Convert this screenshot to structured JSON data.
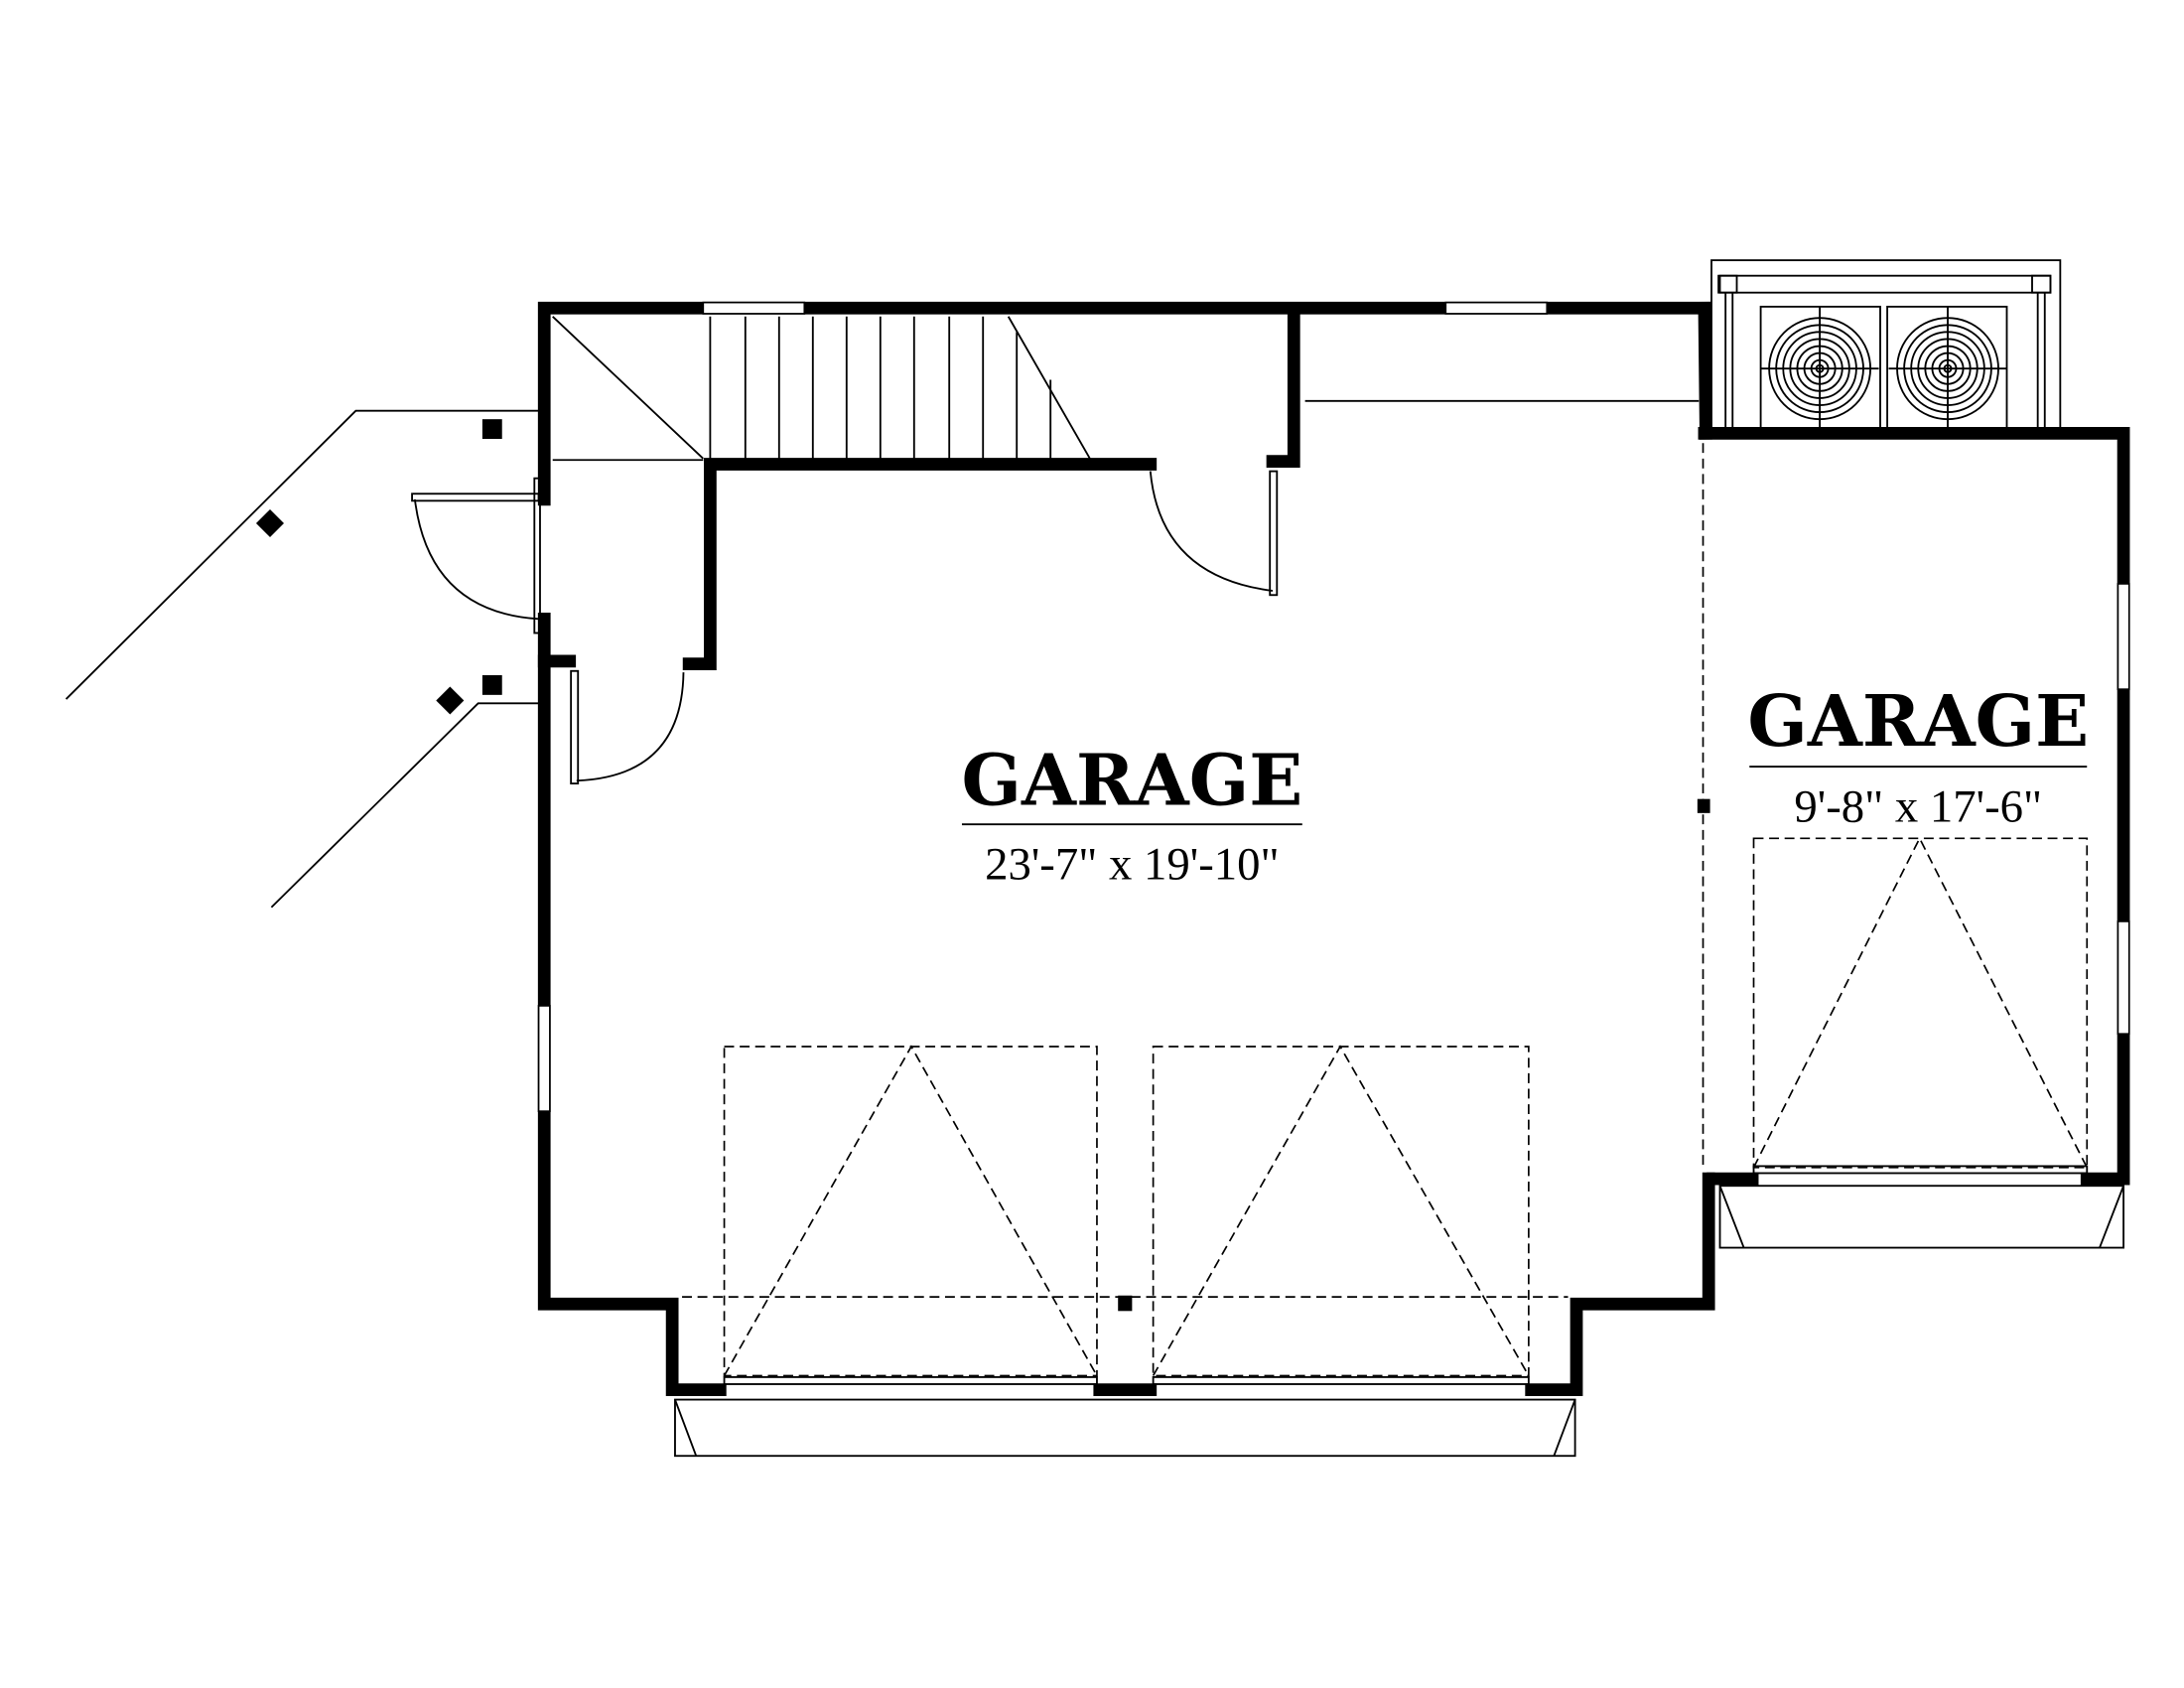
{
  "plan": {
    "rooms": [
      {
        "name": "GARAGE",
        "dimensions": "23'-7\" x 19'-10\""
      },
      {
        "name": "GARAGE",
        "dimensions": "9'-8\" x 17'-6\""
      }
    ],
    "colors": {
      "line": "#000000",
      "background": "#ffffff"
    }
  }
}
